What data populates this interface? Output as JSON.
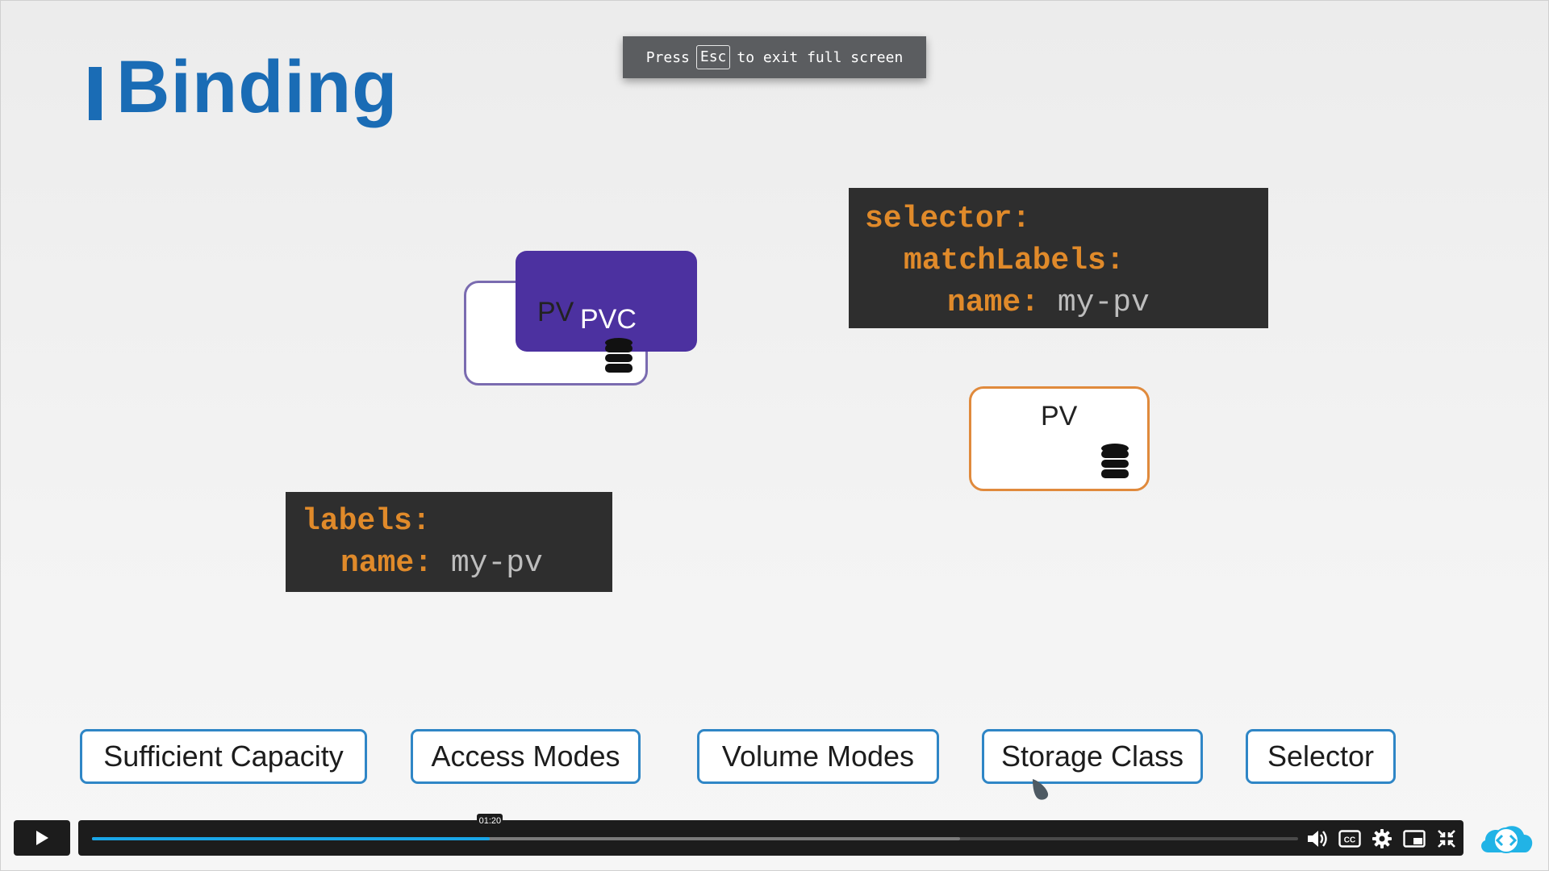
{
  "slide": {
    "title": "Binding",
    "selector_code": {
      "line1_key": "selector:",
      "line2_key": "matchLabels:",
      "line3_key": "name:",
      "line3_value": "my-pv"
    },
    "labels_code": {
      "line1_key": "labels:",
      "line2_key": "name:",
      "line2_value": "my-pv"
    },
    "pv_left_label": "PV",
    "pvc_label": "PVC",
    "pv_right_label": "PV",
    "criteria": [
      "Sufficient Capacity",
      "Access Modes",
      "Volume Modes",
      "Storage Class",
      "Selector"
    ],
    "colors": {
      "title": "#1a6cb5",
      "pvc_fill": "#4c31a0",
      "pv_border_right": "#e08a3c",
      "criteria_border": "#2f86c6",
      "code_key": "#e08a2a"
    }
  },
  "fullscreen_banner": {
    "before": "Press",
    "key": "Esc",
    "after": "to exit full screen"
  },
  "player": {
    "time_tooltip": "01:20",
    "progress_fraction": 0.33,
    "buffered_fraction": 0.72,
    "controls": [
      "play-icon",
      "volume-icon",
      "captions-icon",
      "settings-icon",
      "pip-icon",
      "exit-fullscreen-icon"
    ],
    "accent": "#1aa6e8"
  }
}
